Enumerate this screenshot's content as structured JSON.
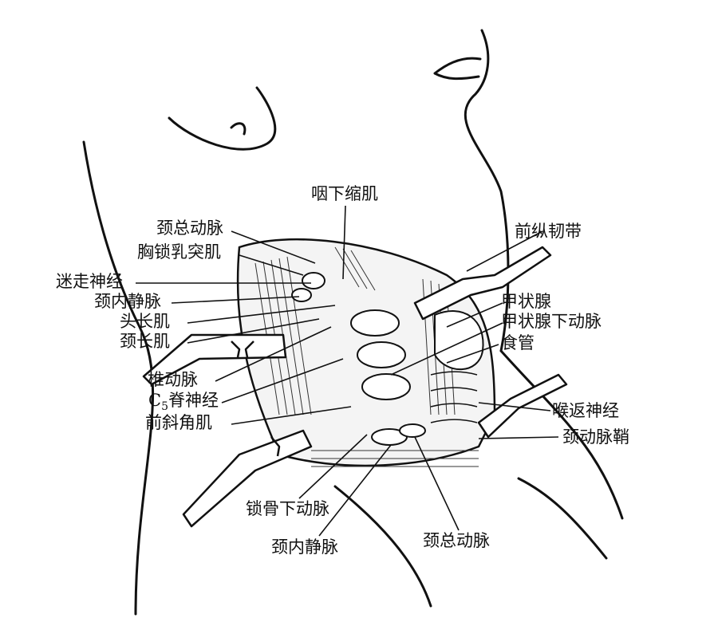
{
  "figure": {
    "labels": {
      "pharyngeal_constrictor_inferior": "咽下缩肌",
      "common_carotid_artery_top": "颈总动脉",
      "sternocleidomastoid": "胸锁乳突肌",
      "vagus_nerve": "迷走神经",
      "internal_jugular_vein_top": "颈内静脉",
      "longus_capitis": "头长肌",
      "longus_colli": "颈长肌",
      "vertebral_artery": "椎动脉",
      "c5_prefix": "C",
      "c5_subscript": "5",
      "c5_spinal_nerve": "脊神经",
      "scalenus_anterior": "前斜角肌",
      "anterior_longitudinal_ligament": "前纵韧带",
      "thyroid_gland": "甲状腺",
      "inferior_thyroid_artery": "甲状腺下动脉",
      "esophagus": "食管",
      "recurrent_laryngeal_nerve": "喉返神经",
      "carotid_sheath": "颈动脉鞘",
      "subclavian_artery": "锁骨下动脉",
      "internal_jugular_vein_bottom": "颈内静脉",
      "common_carotid_artery_bottom": "颈总动脉"
    }
  }
}
